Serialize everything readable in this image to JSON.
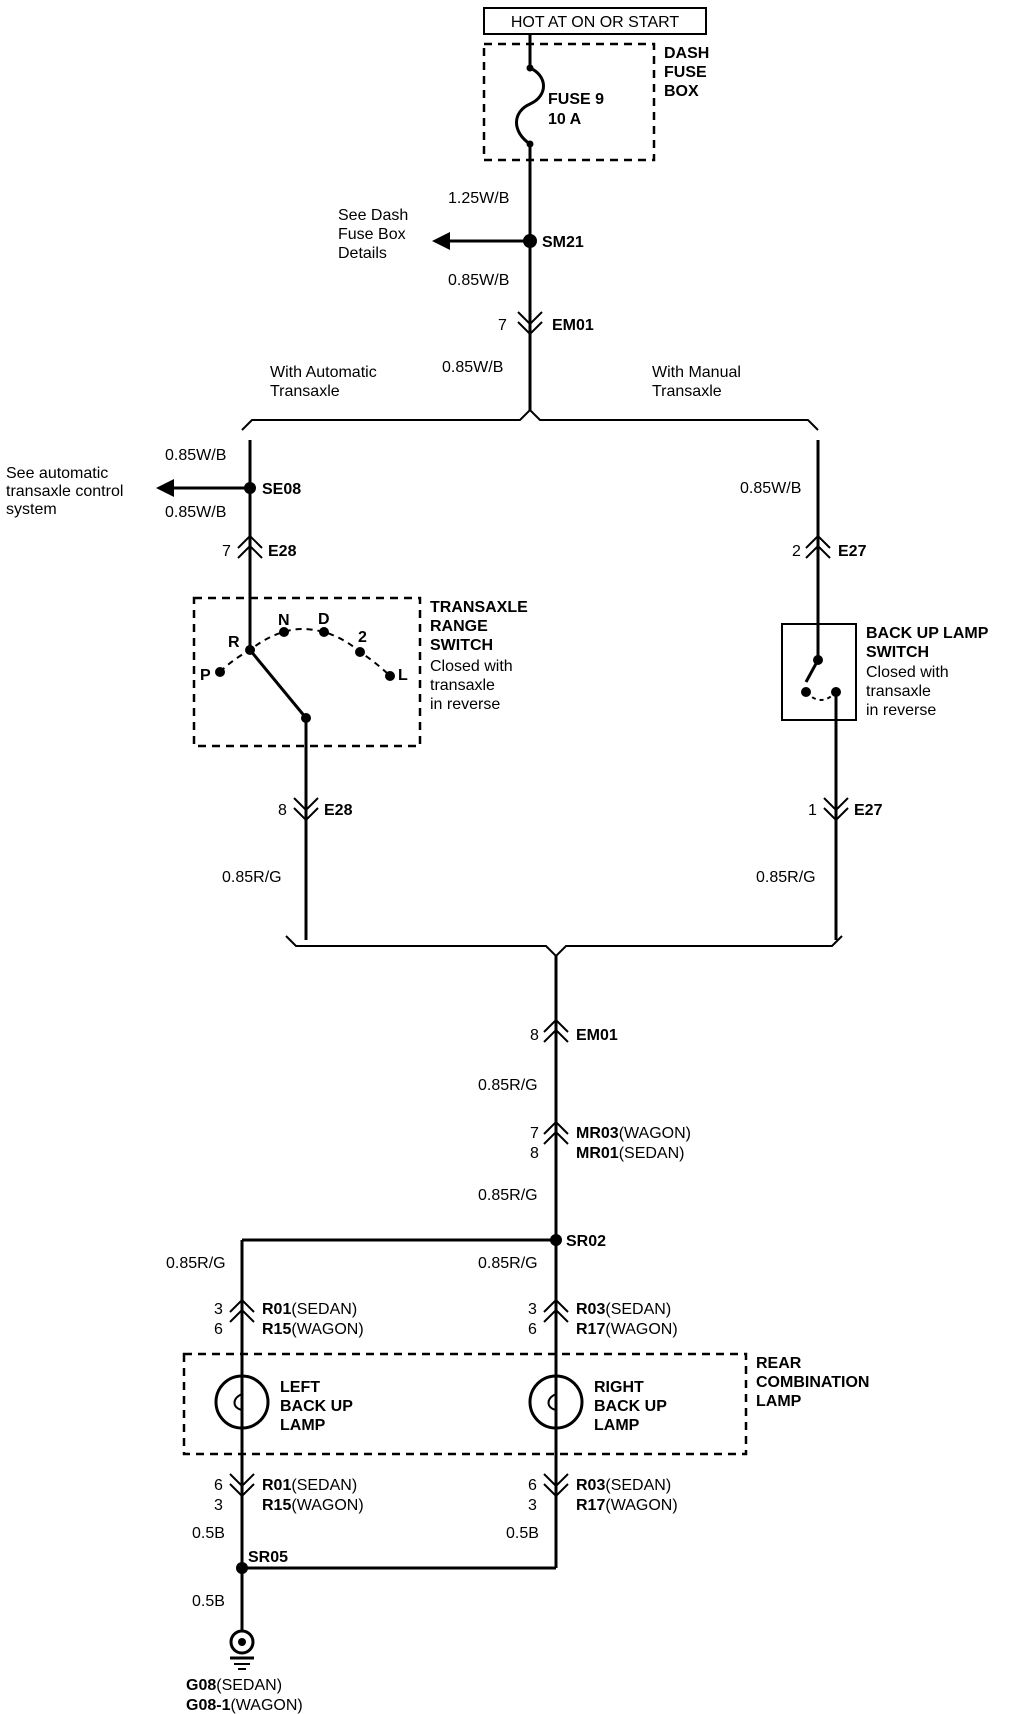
{
  "top": {
    "hot_label": "HOT AT ON OR START",
    "dash_fuse_box": [
      "DASH",
      "FUSE",
      "BOX"
    ],
    "fuse_name": "FUSE 9",
    "fuse_rating": "10 A",
    "wire_125wb": "1.25W/B",
    "see_dash": [
      "See Dash",
      "Fuse Box",
      "Details"
    ],
    "sm21": "SM21",
    "wire_085wb_a": "0.85W/B",
    "em01_pin": "7",
    "em01": "EM01",
    "with_auto": [
      "With Automatic",
      "Transaxle"
    ],
    "wire_085wb_b": "0.85W/B",
    "with_manual": [
      "With Manual",
      "Transaxle"
    ]
  },
  "auto_branch": {
    "wire_in": "0.85W/B",
    "see_auto": [
      "See automatic",
      "transaxle control",
      "system"
    ],
    "se08": "SE08",
    "wire_out": "0.85W/B",
    "e28_top_pin": "7",
    "e28_top": "E28",
    "switch_title": [
      "TRANSAXLE",
      "RANGE",
      "SWITCH"
    ],
    "switch_note": [
      "Closed with",
      "transaxle",
      "in reverse"
    ],
    "positions": {
      "p": "P",
      "r": "R",
      "n": "N",
      "d": "D",
      "two": "2",
      "l": "L"
    },
    "e28_bot_pin": "8",
    "e28_bot": "E28",
    "wire_rg": "0.85R/G"
  },
  "manual_branch": {
    "wire_in": "0.85W/B",
    "e27_top_pin": "2",
    "e27_top": "E27",
    "switch_title": [
      "BACK UP LAMP",
      "SWITCH"
    ],
    "switch_note": [
      "Closed with",
      "transaxle",
      "in reverse"
    ],
    "e27_bot_pin": "1",
    "e27_bot": "E27",
    "wire_rg": "0.85R/G"
  },
  "lower": {
    "em01_pin": "8",
    "em01": "EM01",
    "wire_rg_a": "0.85R/G",
    "mr03_pin": "7",
    "mr03": "MR03",
    "mr03_var": "(WAGON)",
    "mr01_pin": "8",
    "mr01": "MR01",
    "mr01_var": "(SEDAN)",
    "wire_rg_b": "0.85R/G",
    "sr02": "SR02",
    "wire_rg_left": "0.85R/G",
    "wire_rg_right": "0.85R/G",
    "l_top": {
      "pin1": "3",
      "c1": "R01",
      "v1": "(SEDAN)",
      "pin2": "6",
      "c2": "R15",
      "v2": "(WAGON)"
    },
    "r_top": {
      "pin1": "3",
      "c1": "R03",
      "v1": "(SEDAN)",
      "pin2": "6",
      "c2": "R17",
      "v2": "(WAGON)"
    },
    "left_lamp": [
      "LEFT",
      "BACK UP",
      "LAMP"
    ],
    "right_lamp": [
      "RIGHT",
      "BACK UP",
      "LAMP"
    ],
    "rear_comb": [
      "REAR",
      "COMBINATION",
      "LAMP"
    ],
    "l_bot": {
      "pin1": "6",
      "c1": "R01",
      "v1": "(SEDAN)",
      "pin2": "3",
      "c2": "R15",
      "v2": "(WAGON)"
    },
    "r_bot": {
      "pin1": "6",
      "c1": "R03",
      "v1": "(SEDAN)",
      "pin2": "3",
      "c2": "R17",
      "v2": "(WAGON)"
    },
    "wire_05b_left": "0.5B",
    "wire_05b_right": "0.5B",
    "sr05": "SR05",
    "wire_05b_ground": "0.5B",
    "g08": "G08",
    "g08_var": "(SEDAN)",
    "g081": "G08-1",
    "g081_var": "(WAGON)"
  }
}
